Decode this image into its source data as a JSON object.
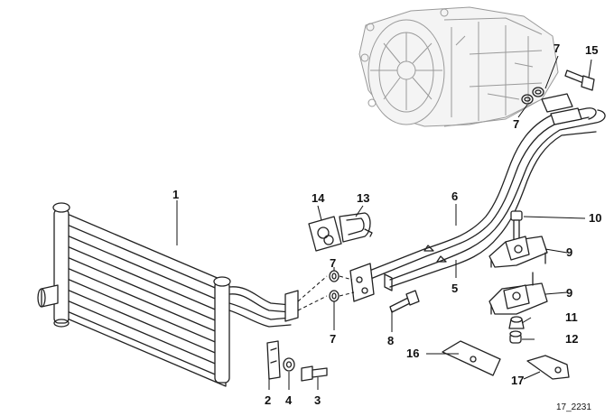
{
  "diagram": {
    "reference_code": "17_2231",
    "callouts": [
      {
        "id": "c1",
        "label": "1"
      },
      {
        "id": "c2",
        "label": "2"
      },
      {
        "id": "c3",
        "label": "3"
      },
      {
        "id": "c4",
        "label": "4"
      },
      {
        "id": "c5",
        "label": "5"
      },
      {
        "id": "c6",
        "label": "6"
      },
      {
        "id": "c7a",
        "label": "7"
      },
      {
        "id": "c7b",
        "label": "7"
      },
      {
        "id": "c7c",
        "label": "7"
      },
      {
        "id": "c7d",
        "label": "7"
      },
      {
        "id": "c8",
        "label": "8"
      },
      {
        "id": "c9a",
        "label": "9"
      },
      {
        "id": "c9b",
        "label": "9"
      },
      {
        "id": "c10",
        "label": "10"
      },
      {
        "id": "c11",
        "label": "11"
      },
      {
        "id": "c12",
        "label": "12"
      },
      {
        "id": "c13",
        "label": "13"
      },
      {
        "id": "c14",
        "label": "14"
      },
      {
        "id": "c15",
        "label": "15"
      },
      {
        "id": "c16",
        "label": "16"
      },
      {
        "id": "c17",
        "label": "17"
      }
    ]
  }
}
